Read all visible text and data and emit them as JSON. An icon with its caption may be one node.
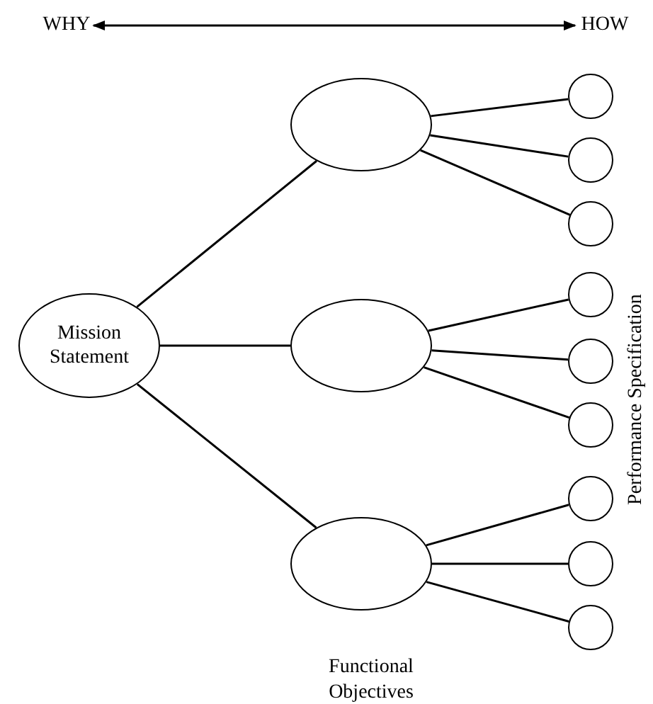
{
  "diagram": {
    "nodes": [
      {
        "text": [
          "WHY"
        ]
      },
      {
        "text": [
          "HOW"
        ]
      },
      {
        "text": [
          "Mission Statement"
        ]
      },
      {
        "text": [],
        "shape": "ellipse"
      },
      {
        "text": [],
        "shape": "ellipse"
      },
      {
        "text": [],
        "shape": "ellipse"
      },
      {
        "text": [],
        "shape": "circle"
      },
      {
        "text": [],
        "shape": "circle"
      },
      {
        "text": [],
        "shape": "circle"
      },
      {
        "text": [],
        "shape": "circle"
      },
      {
        "text": [],
        "shape": "circle"
      },
      {
        "text": [],
        "shape": "circle"
      },
      {
        "text": [],
        "shape": "circle"
      },
      {
        "text": [],
        "shape": "circle"
      },
      {
        "text": [],
        "shape": "circle"
      }
    ],
    "edges": [
      {
        "from": 0,
        "to": 1,
        "arrow": "both"
      },
      {
        "from": 2,
        "to": 3,
        "arrow": "none"
      },
      {
        "from": 2,
        "to": 4,
        "arrow": "none"
      },
      {
        "from": 2,
        "to": 5,
        "arrow": "none"
      },
      {
        "from": 3,
        "to": 6,
        "arrow": "none"
      },
      {
        "from": 3,
        "to": 7,
        "arrow": "none"
      },
      {
        "from": 3,
        "to": 8,
        "arrow": "none"
      },
      {
        "from": 4,
        "to": 9,
        "arrow": "none"
      },
      {
        "from": 4,
        "to": 10,
        "arrow": "none"
      },
      {
        "from": 4,
        "to": 11,
        "arrow": "none"
      },
      {
        "from": 5,
        "to": 12,
        "arrow": "none"
      },
      {
        "from": 5,
        "to": 13,
        "arrow": "none"
      },
      {
        "from": 5,
        "to": 14,
        "arrow": "none"
      }
    ],
    "labels": [
      "Performance Specification",
      "Functional Objectives"
    ]
  }
}
